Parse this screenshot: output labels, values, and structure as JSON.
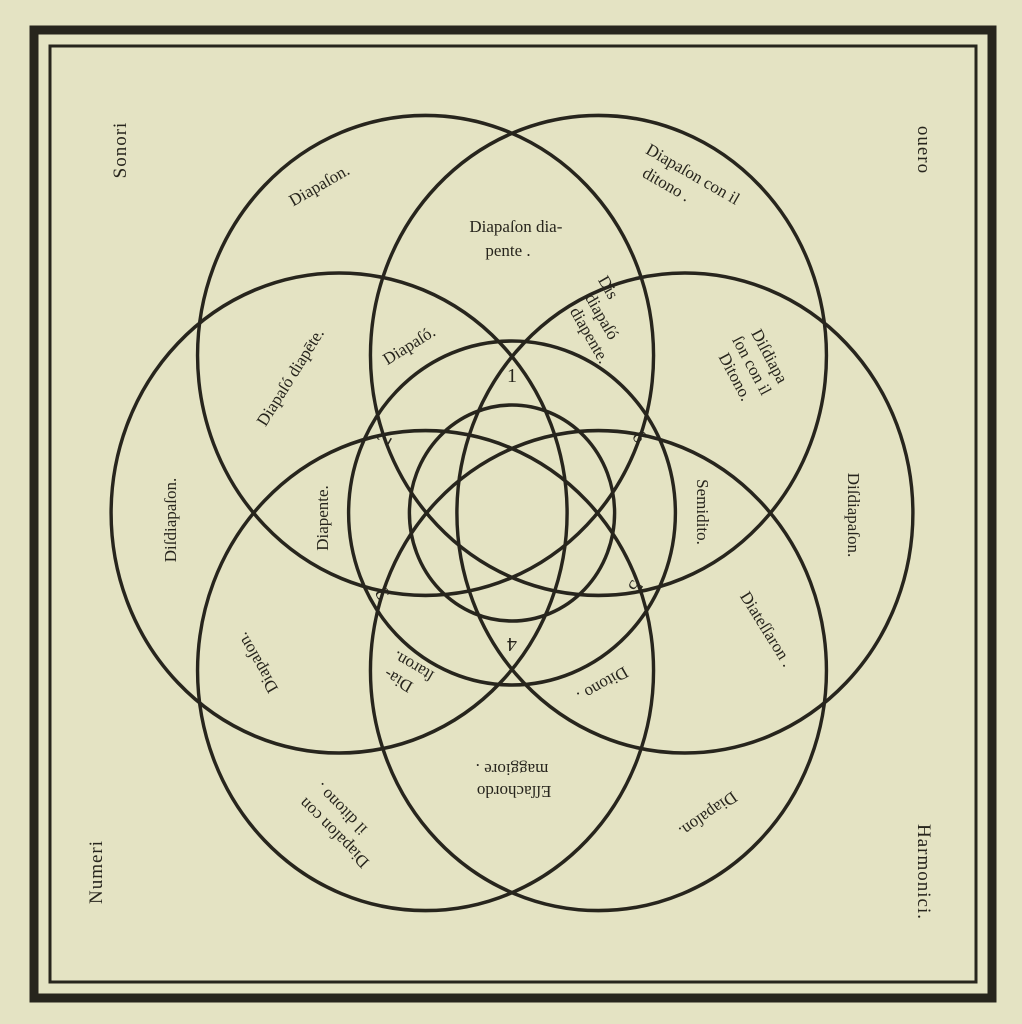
{
  "colors": {
    "paper": "#e4e3c3",
    "ink": "#27251d"
  },
  "corners": {
    "top_left": "Sonori",
    "top_right": "ouero",
    "bottom_left": "Numeri",
    "bottom_right": "Harmonici."
  },
  "numbers": [
    "1",
    "2",
    "3",
    "4",
    "5",
    "6"
  ],
  "regions": {
    "diapason_top": [
      "Diapaſon."
    ],
    "diapason_diapente_top": [
      "Diapaſon dia-",
      "pente ."
    ],
    "diapason_ditono_top": [
      "Diapaſon con il",
      "ditono ."
    ],
    "diapaso_diapente": [
      "Diapaſó diapēte."
    ],
    "diapaso": [
      "Diapaſó."
    ],
    "dis_diapaso_diapente": [
      "Dis",
      "diapaſó",
      "diapente."
    ],
    "disdiapason_ditono": [
      "Diſdiapa",
      "ſon con il",
      "Ditono."
    ],
    "disdiapason_left": [
      "Diſdiapaſon."
    ],
    "disdiapason_right": [
      "Diſdiapaſon."
    ],
    "diapente": [
      "Diapente."
    ],
    "semidito": [
      "Semidito."
    ],
    "diapason_lower_left": [
      "Diapaſon."
    ],
    "diatessaron_inner": [
      "Dia-",
      "ſtaron."
    ],
    "ditono": [
      "Ditono ."
    ],
    "diatessaron_right": [
      "Diateſſaron ."
    ],
    "essachordo": [
      "Eſſachordo",
      "maggiore ."
    ],
    "diapason_ditono_bottom": [
      "Diapaſon con",
      "il ditono ."
    ],
    "diapason_bottom_right": [
      "Diapaſon."
    ]
  }
}
